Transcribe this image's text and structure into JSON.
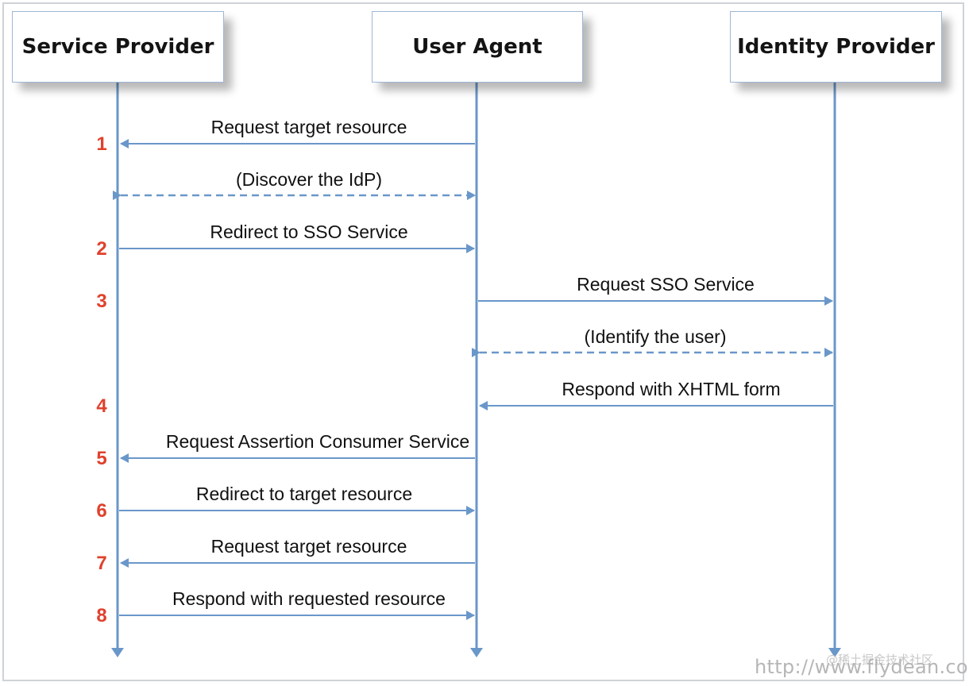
{
  "actors": {
    "service_provider": "Service Provider",
    "user_agent": "User Agent",
    "identity_provider": "Identity Provider"
  },
  "messages": [
    {
      "label": "Request target resource",
      "step": "1"
    },
    {
      "label": "(Discover the IdP)",
      "step": ""
    },
    {
      "label": "Redirect to SSO Service",
      "step": "2"
    },
    {
      "label": "Request SSO Service",
      "step": "3"
    },
    {
      "label": "(Identify the user)",
      "step": ""
    },
    {
      "label": "Respond with XHTML form",
      "step": "4"
    },
    {
      "label": "Request Assertion Consumer Service",
      "step": "5"
    },
    {
      "label": "Redirect to target resource",
      "step": "6"
    },
    {
      "label": "Request target resource",
      "step": "7"
    },
    {
      "label": "Respond with requested resource",
      "step": "8"
    }
  ],
  "watermark": {
    "url": "http://www.flydean.com",
    "site": "@稀土掘金技术社区"
  },
  "colors": {
    "line": "#6a97c9",
    "step_number": "#e0412c"
  }
}
